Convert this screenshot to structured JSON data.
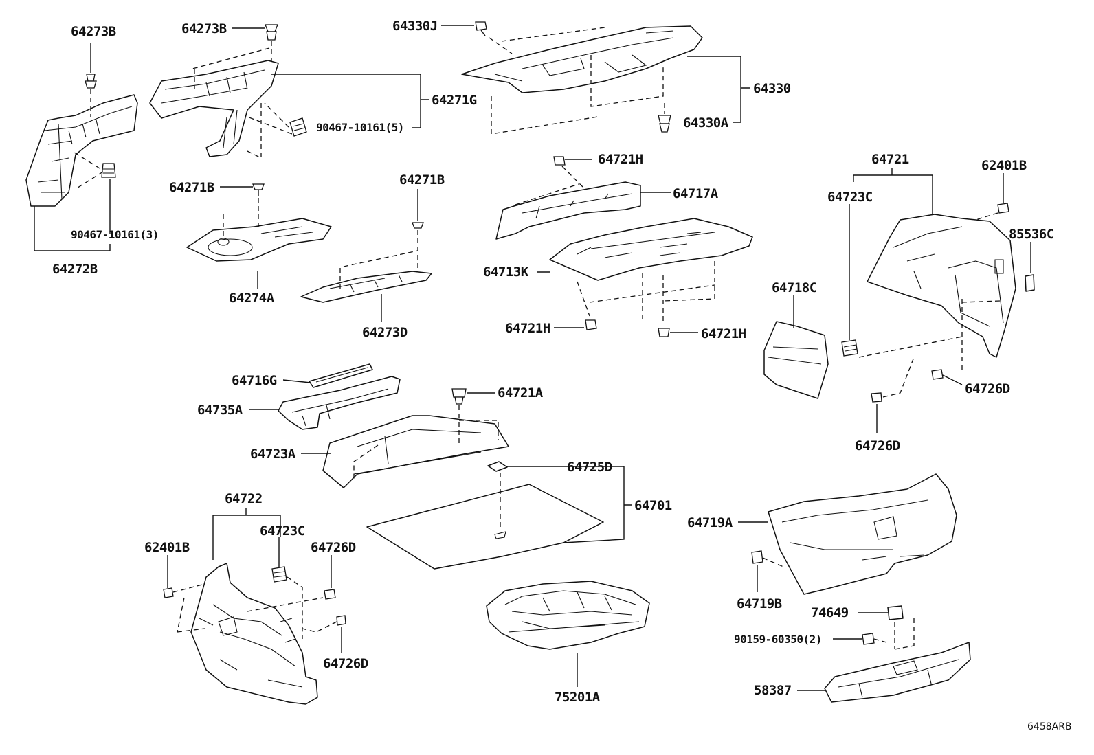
{
  "diagram_code": "6458ARB",
  "labels": {
    "l64273B_a": "64273B",
    "l64273B_b": "64273B",
    "l64330J": "64330J",
    "l64330": "64330",
    "l64330A": "64330A",
    "l64271G": "64271G",
    "l90467_5": "90467-10161(5)",
    "l90467_3": "90467-10161(3)",
    "l64272B": "64272B",
    "l64271B_a": "64271B",
    "l64271B_b": "64271B",
    "l64274A": "64274A",
    "l64273D": "64273D",
    "l64721H_a": "64721H",
    "l64721H_b": "64721H",
    "l64721H_c": "64721H",
    "l64717A": "64717A",
    "l64713K": "64713K",
    "l64721": "64721",
    "l62401B_a": "62401B",
    "l62401B_b": "62401B",
    "l64723C_a": "64723C",
    "l64723C_b": "64723C",
    "l85536C": "85536C",
    "l64718C": "64718C",
    "l64726D_a": "64726D",
    "l64726D_b": "64726D",
    "l64726D_c": "64726D",
    "l64726D_d": "64726D",
    "l64716G": "64716G",
    "l64735A": "64735A",
    "l64721A": "64721A",
    "l64723A": "64723A",
    "l64725D": "64725D",
    "l64701": "64701",
    "l64722": "64722",
    "l75201A": "75201A",
    "l64719A": "64719A",
    "l64719B": "64719B",
    "l74649": "74649",
    "l90159": "90159-60350(2)",
    "l58387": "58387"
  }
}
